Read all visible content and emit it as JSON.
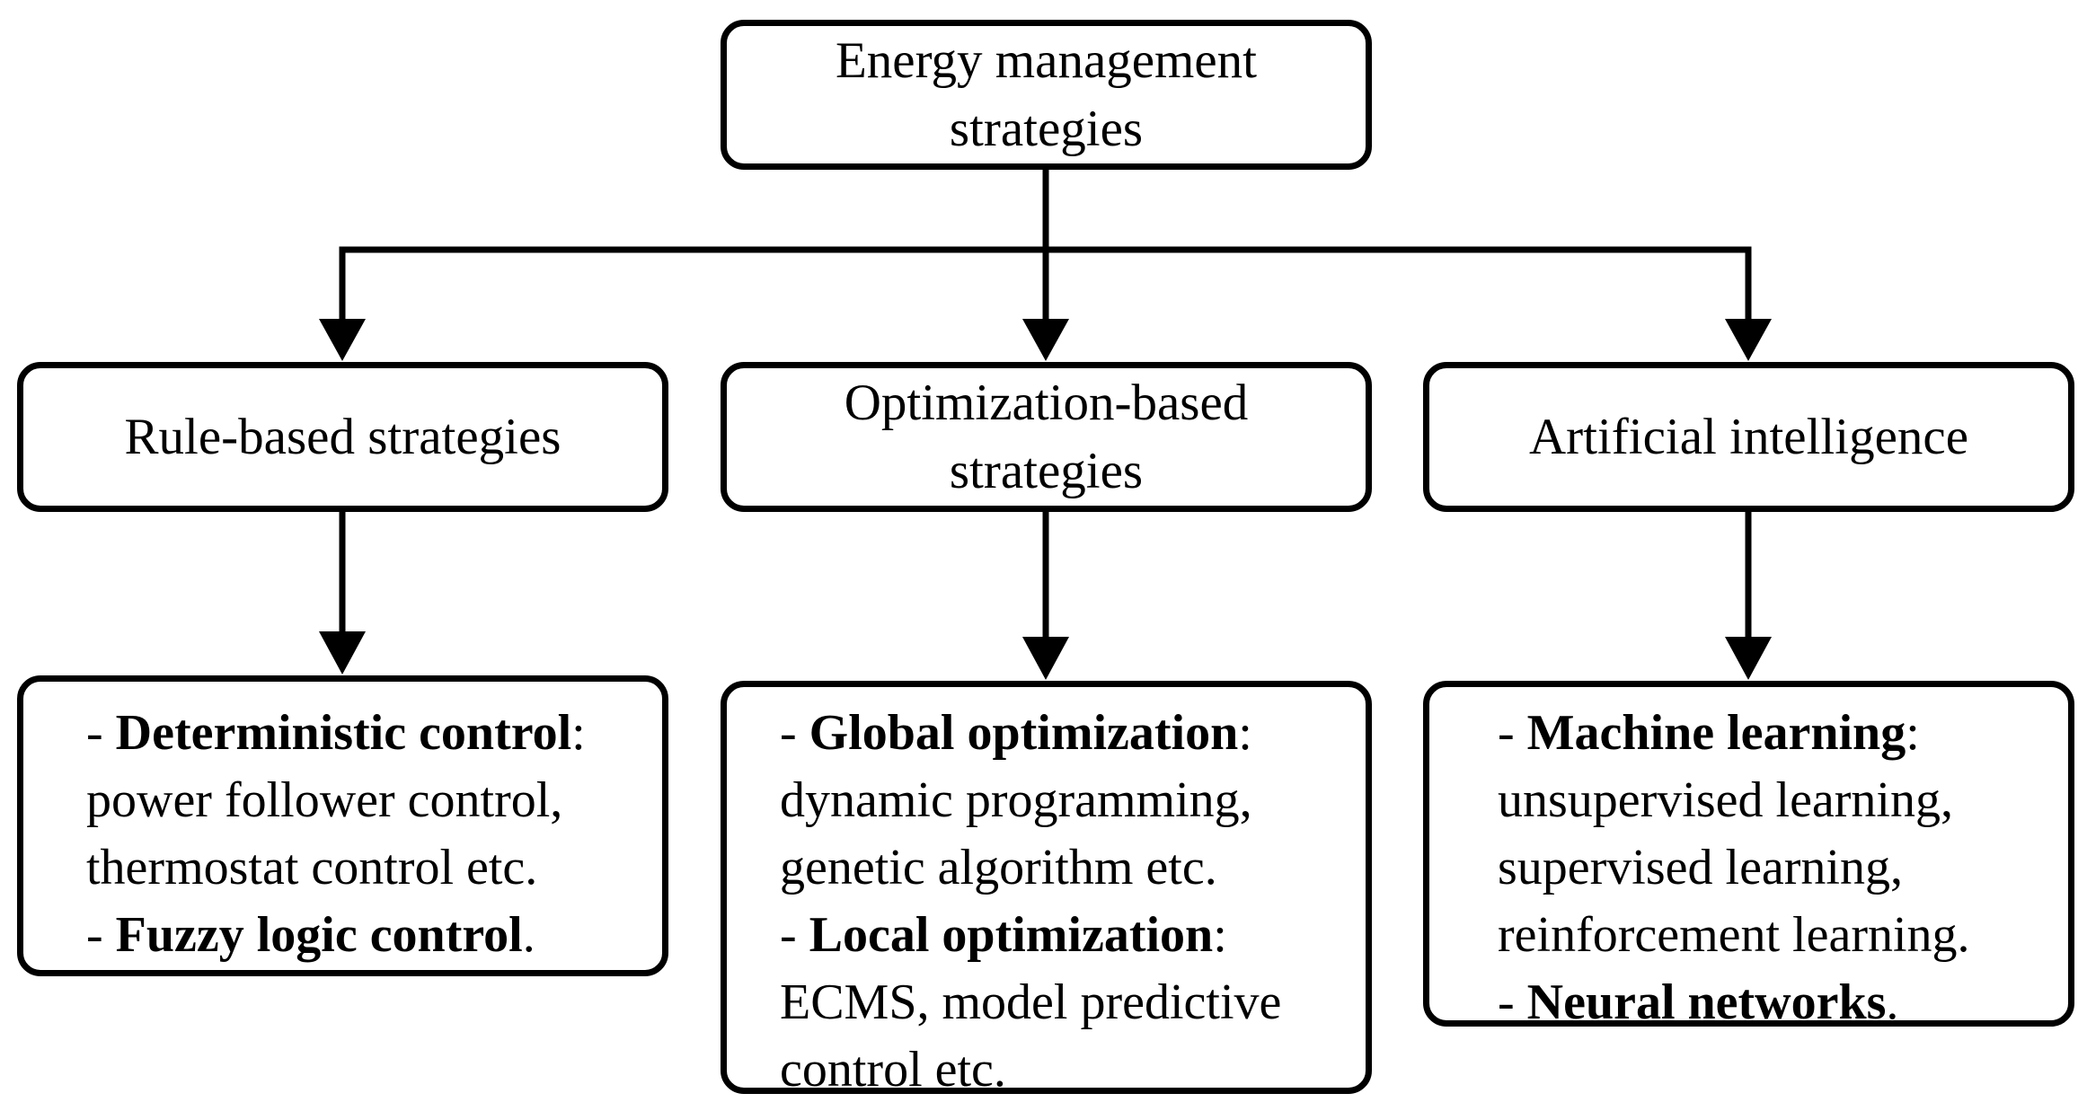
{
  "diagram": {
    "root": {
      "label_line1": "Energy management",
      "label_line2": "strategies"
    },
    "categories": [
      {
        "label_line1": "Rule-based strategies",
        "details": [
          {
            "prefix": "- ",
            "bold": "Deterministic control",
            "suffix": ":"
          },
          {
            "text": "power follower control,"
          },
          {
            "text": "thermostat control etc."
          },
          {
            "prefix": "- ",
            "bold": "Fuzzy logic control",
            "suffix": "."
          }
        ]
      },
      {
        "label_line1": "Optimization-based",
        "label_line2": "strategies",
        "details": [
          {
            "prefix": "- ",
            "bold": "Global optimization",
            "suffix": ":"
          },
          {
            "text": "dynamic programming,"
          },
          {
            "text": "genetic algorithm etc."
          },
          {
            "prefix": "- ",
            "bold": "Local optimization",
            "suffix": ":"
          },
          {
            "text": "ECMS, model predictive"
          },
          {
            "text": "control etc."
          }
        ]
      },
      {
        "label_line1": "Artificial intelligence",
        "details": [
          {
            "prefix": "- ",
            "bold": "Machine learning",
            "suffix": ":"
          },
          {
            "text": "unsupervised learning,"
          },
          {
            "text": "supervised learning,"
          },
          {
            "text": "reinforcement learning."
          },
          {
            "prefix": "- ",
            "bold": "Neural networks",
            "suffix": "."
          }
        ]
      }
    ],
    "colors": {
      "stroke": "#000000",
      "fill": "#ffffff",
      "text": "#000000"
    }
  }
}
